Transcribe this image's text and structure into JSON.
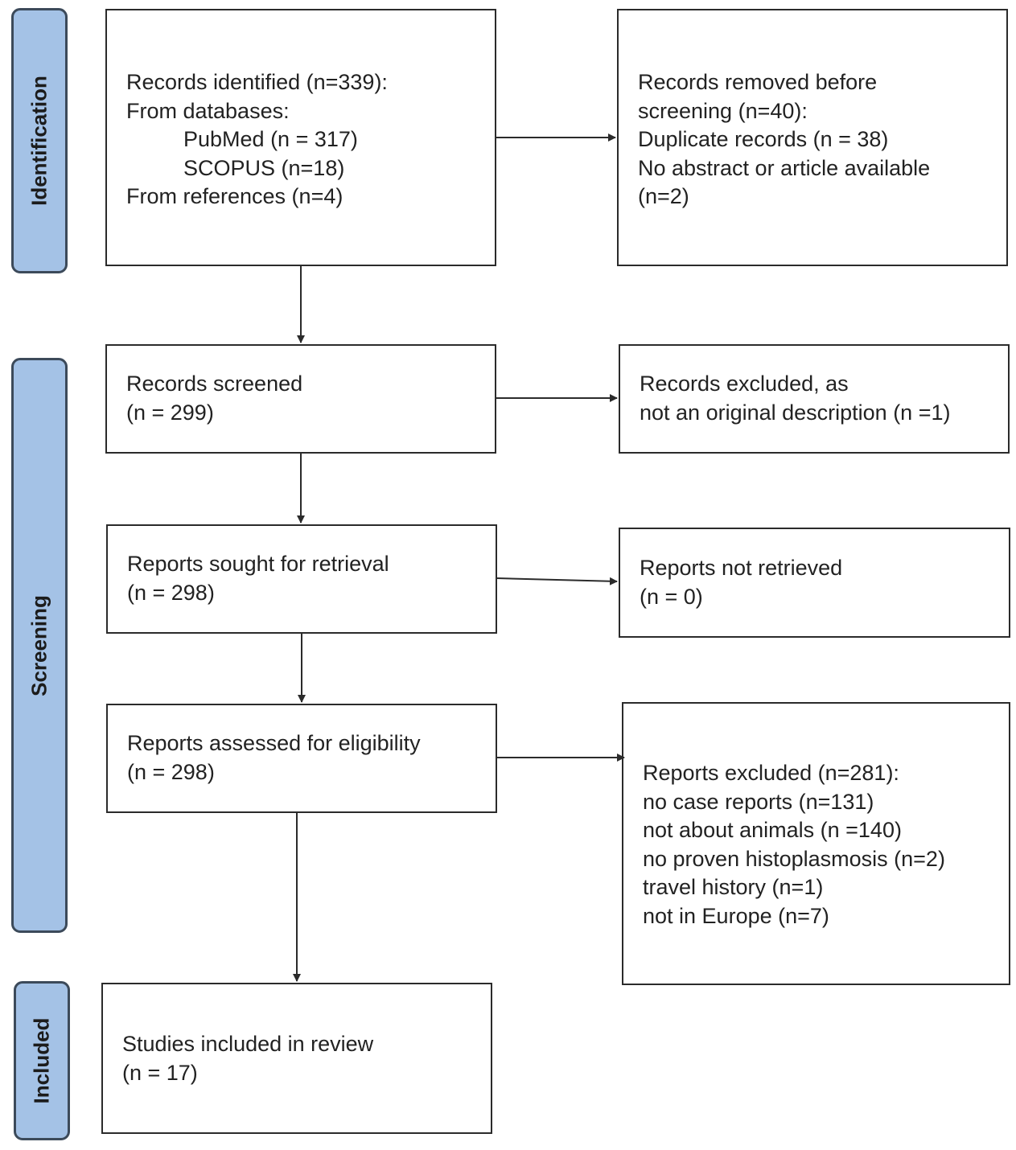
{
  "phases": {
    "identification": "Identification",
    "screening": "Screening",
    "included": "Included"
  },
  "boxes": {
    "records_identified": {
      "lines": [
        "Records identified  (n=339):",
        "From databases:",
        "PubMed (n = 317)",
        "SCOPUS (n=18)",
        "From references (n=4)"
      ]
    },
    "records_removed": {
      "lines": [
        "Records removed before",
        "screening (n=40):",
        "Duplicate records (n = 38)",
        "No abstract or article available",
        "(n=2)"
      ]
    },
    "records_screened": {
      "lines": [
        "Records screened",
        "(n = 299)"
      ]
    },
    "records_excluded": {
      "lines": [
        "Records excluded, as",
        "not an original description (n =1)"
      ]
    },
    "reports_sought": {
      "lines": [
        "Reports sought for retrieval",
        "(n = 298)"
      ]
    },
    "reports_not_retrieved": {
      "lines": [
        "Reports not retrieved",
        "(n = 0)"
      ]
    },
    "reports_assessed": {
      "lines": [
        "Reports assessed for eligibility",
        "(n = 298)"
      ]
    },
    "reports_excluded": {
      "lines": [
        "Reports excluded (n=281):",
        "no case reports (n=131)",
        "not about animals (n =140)",
        "no proven histoplasmosis (n=2)",
        "travel history (n=1)",
        "not in Europe (n=7)"
      ]
    },
    "studies_included": {
      "lines": [
        "Studies included in review",
        "(n = 17)"
      ]
    }
  },
  "colors": {
    "phase_fill": "#a4c2e6",
    "phase_border": "#3c4a5a",
    "box_border": "#2b2b2b",
    "arrow": "#2b2b2b"
  }
}
